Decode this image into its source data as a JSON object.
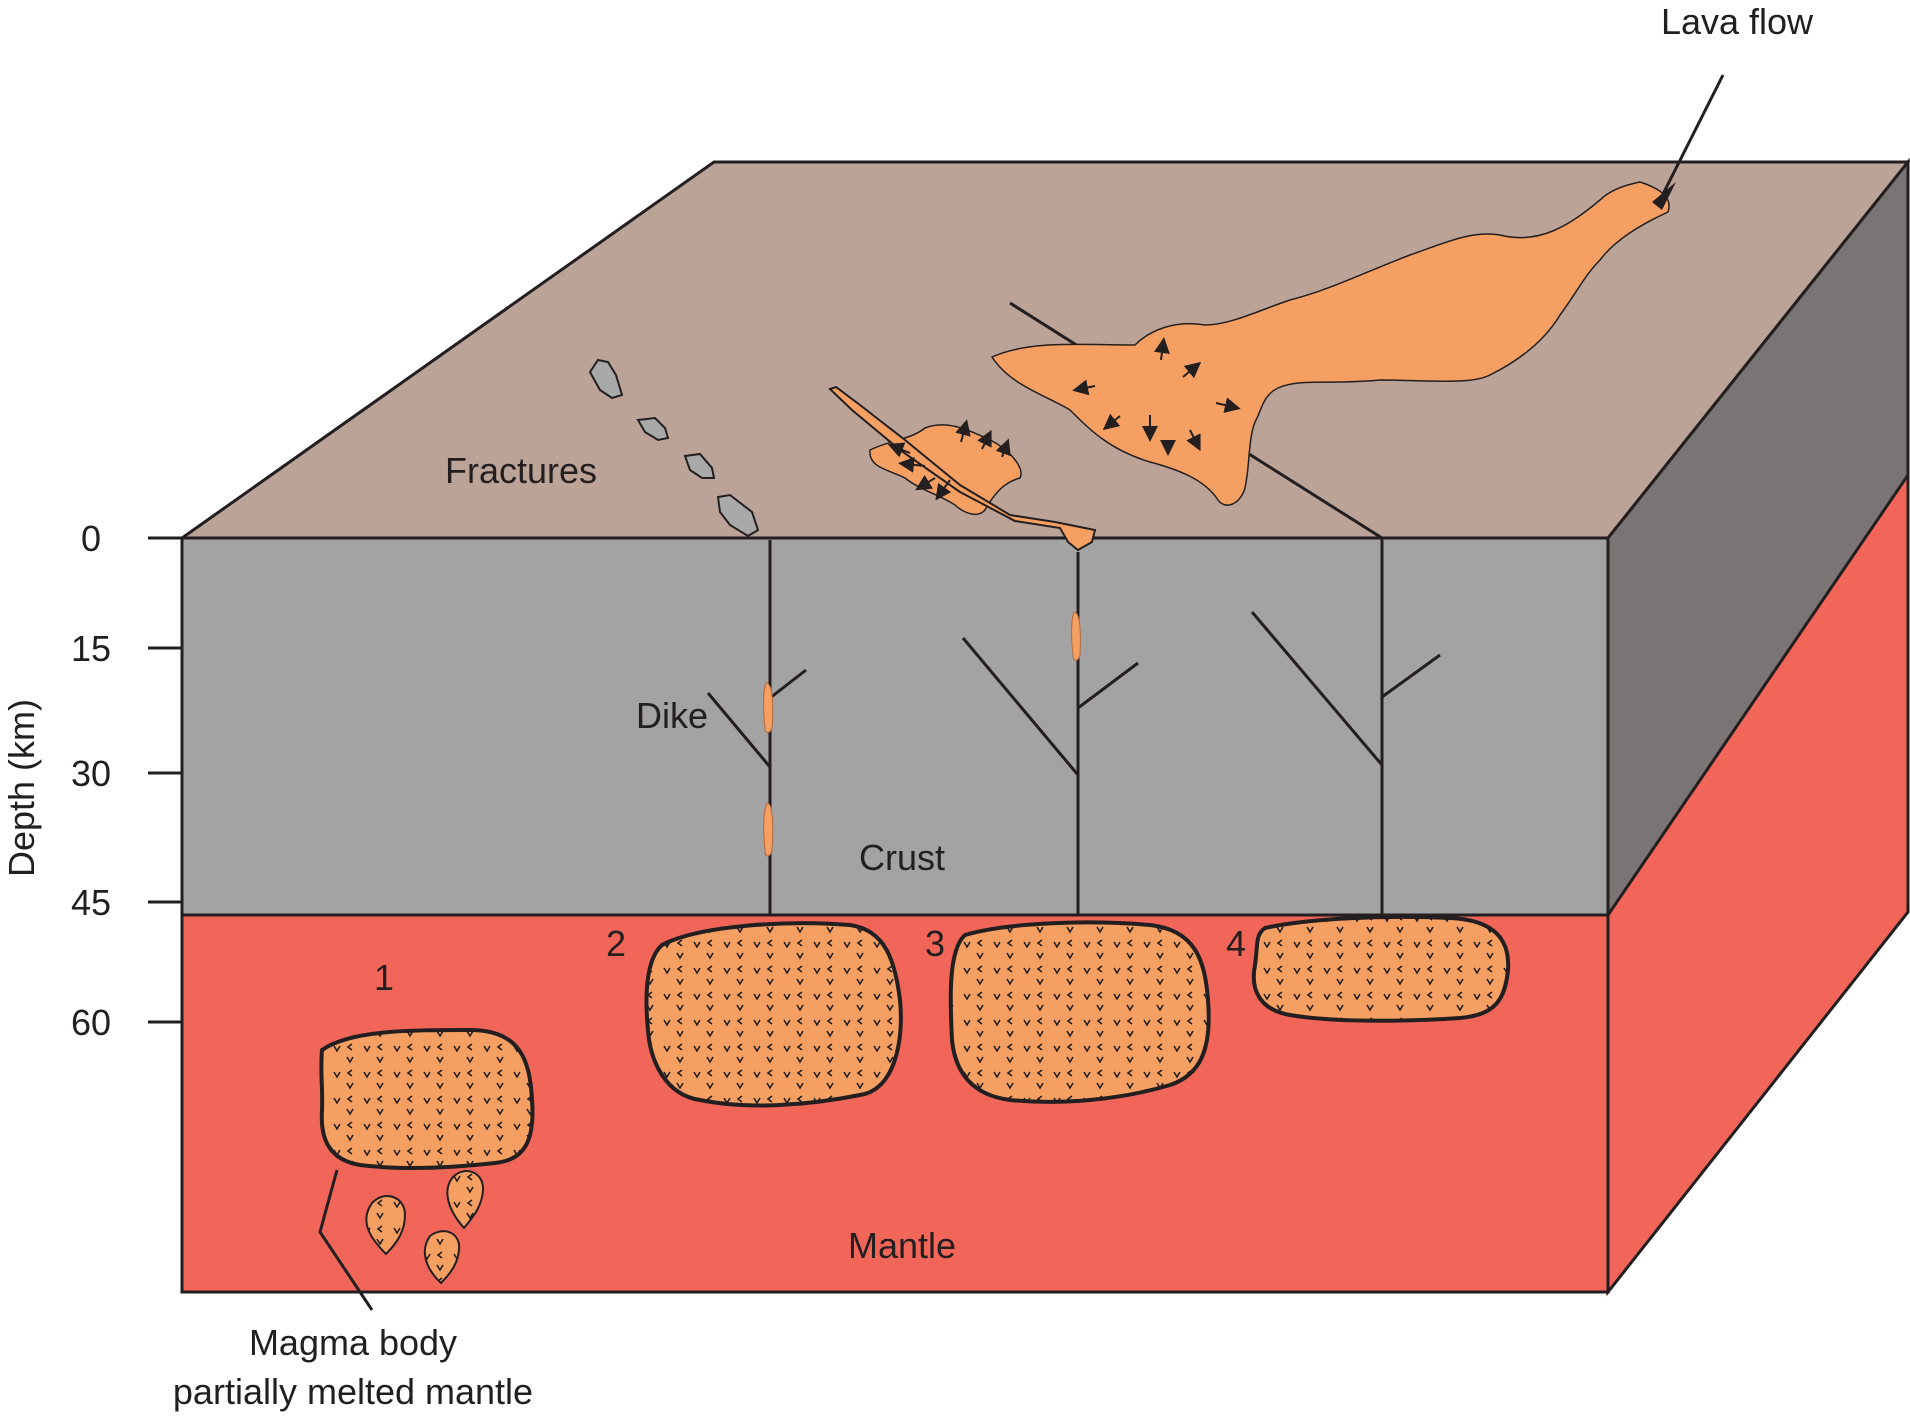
{
  "axis": {
    "title": "Depth (km)",
    "ticks": [
      "0",
      "15",
      "30",
      "45",
      "60"
    ]
  },
  "labels": {
    "lava_flow": "Lava flow",
    "fractures": "Fractures",
    "dike": "Dike",
    "crust": "Crust",
    "mantle": "Mantle",
    "magma_line1": "Magma body",
    "magma_line2": "partially melted mantle"
  },
  "stages": [
    "1",
    "2",
    "3",
    "4"
  ],
  "colors": {
    "surface": "#bca398",
    "crust": "#a3a3a3",
    "crust_side": "#7a7474",
    "mantle": "#f2665a",
    "magma": "#f5a062",
    "fracture": "#a9a9a9",
    "line": "#231f20"
  }
}
